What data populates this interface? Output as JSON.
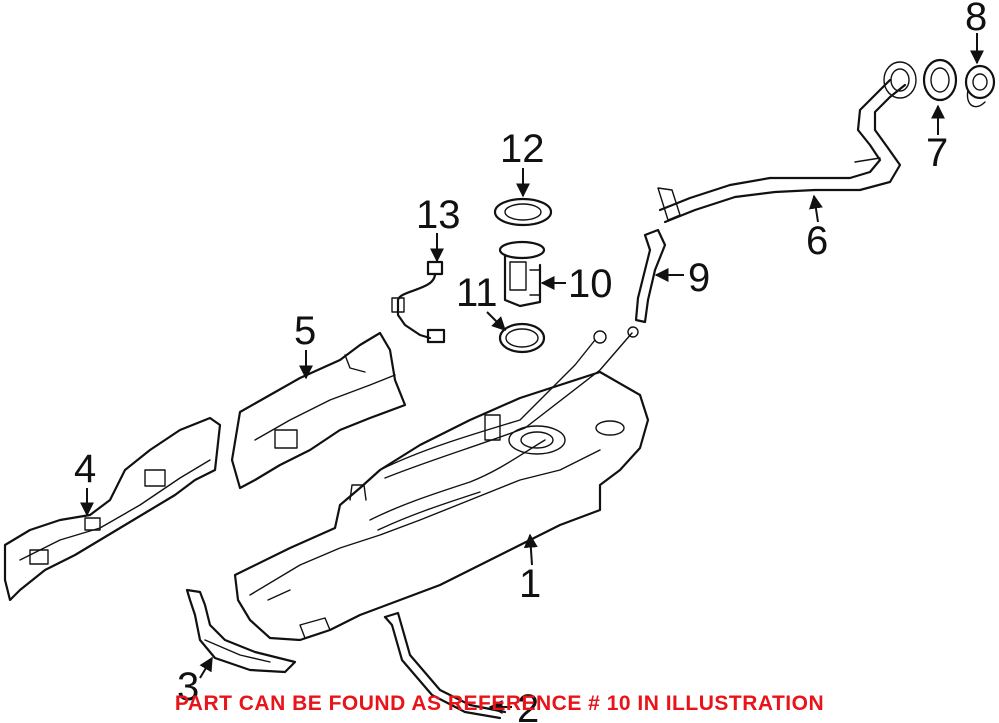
{
  "callouts": {
    "c1": "1",
    "c2": "2",
    "c3": "3",
    "c4": "4",
    "c5": "5",
    "c6": "6",
    "c7": "7",
    "c8": "8",
    "c9": "9",
    "c10": "10",
    "c11": "11",
    "c12": "12",
    "c13": "13"
  },
  "caption": "PART CAN BE FOUND AS REFERENCE # 10 IN ILLUSTRATION",
  "colors": {
    "caption": "#e8141a",
    "line": "#111111",
    "background": "#ffffff"
  }
}
